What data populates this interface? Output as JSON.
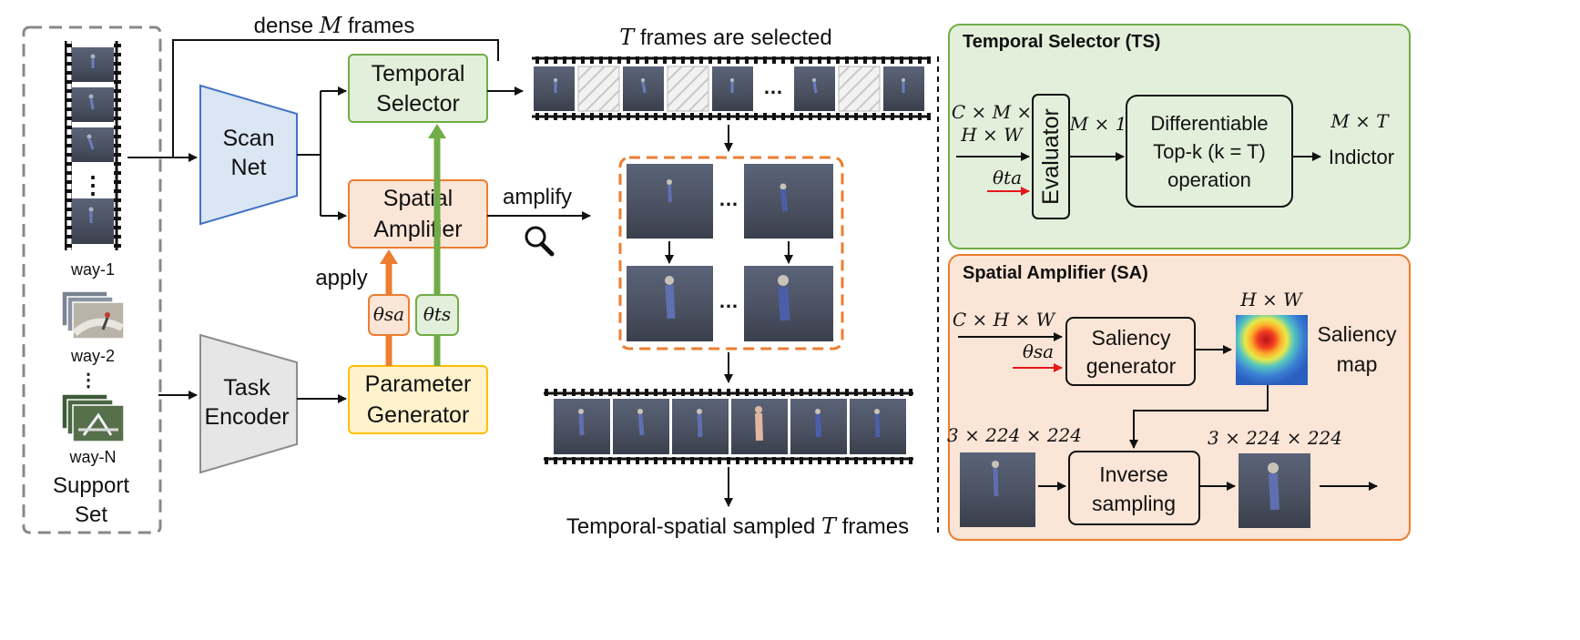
{
  "support_set": {
    "way1": "way-1",
    "way2": "way-2",
    "wayN": "way-N",
    "dots": "⋮",
    "title_line1": "Support",
    "title_line2": "Set"
  },
  "labels": {
    "dense_pre": "dense ",
    "dense_var": "M",
    "dense_post": " frames",
    "selected_var": "T",
    "selected_post": " frames are selected",
    "amplify": "amplify",
    "apply": "apply",
    "output_pre": "Temporal-spatial sampled ",
    "output_var": "T",
    "output_post": " frames",
    "ellipsis": "…"
  },
  "blocks": {
    "scan_net": [
      "Scan",
      "Net"
    ],
    "task_encoder": [
      "Task",
      "Encoder"
    ],
    "temporal_selector": [
      "Temporal",
      "Selector"
    ],
    "spatial_amplifier": [
      "Spatial",
      "Amplifier"
    ],
    "parameter_generator": [
      "Parameter",
      "Generator"
    ],
    "theta_sa": "θsa",
    "theta_ts": "θts"
  },
  "ts_panel": {
    "title": "Temporal Selector (TS)",
    "input_dims_line1": "C × M ×",
    "input_dims_line2": "H × W",
    "theta": "θta",
    "evaluator": "Evaluator",
    "mid_dims": "M × 1",
    "topk_line1": "Differentiable",
    "topk_line2": "Top-k (k = T)",
    "topk_line3": "operation",
    "out_dims": "M × T",
    "out_label": "Indictor"
  },
  "sa_panel": {
    "title": "Spatial Amplifier (SA)",
    "input_dims": "C × H × W",
    "theta": "θsa",
    "saliency_gen_line1": "Saliency",
    "saliency_gen_line2": "generator",
    "map_dims": "H × W",
    "map_label_line1": "Saliency",
    "map_label_line2": "map",
    "in_img_dims": "3 × 224 × 224",
    "out_img_dims": "3 × 224 × 224",
    "inverse_line1": "Inverse",
    "inverse_line2": "sampling"
  },
  "colors": {
    "blue_fill": "#dae6f3",
    "blue_stroke": "#4472c4",
    "gray_fill": "#e6e6e6",
    "gray_stroke": "#8c8c8c",
    "green_fill": "#e2efda",
    "green_stroke": "#70ad47",
    "orange_fill": "#fbe5d6",
    "orange_stroke": "#ed7d31",
    "yellow_fill": "#fff2cc",
    "yellow_stroke": "#ffc000",
    "red_arrow": "#e31a1c"
  }
}
